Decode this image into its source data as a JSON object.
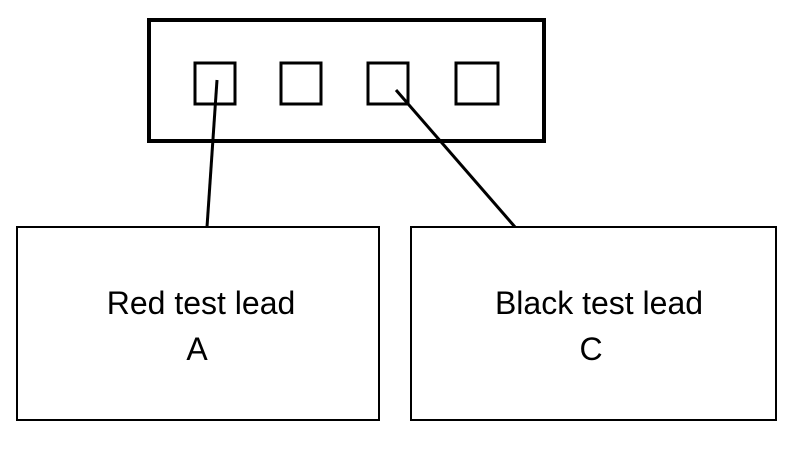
{
  "diagram": {
    "connector": {
      "terminals": [
        {
          "id": "terminal-1",
          "connected_to": "red-lead"
        },
        {
          "id": "terminal-2",
          "connected_to": null
        },
        {
          "id": "terminal-3",
          "connected_to": "black-lead"
        },
        {
          "id": "terminal-4",
          "connected_to": null
        }
      ]
    },
    "red_lead": {
      "title": "Red test lead",
      "pin": "A"
    },
    "black_lead": {
      "title": "Black test lead",
      "pin": "C"
    },
    "colors": {
      "stroke": "#000000",
      "background": "#ffffff"
    }
  }
}
